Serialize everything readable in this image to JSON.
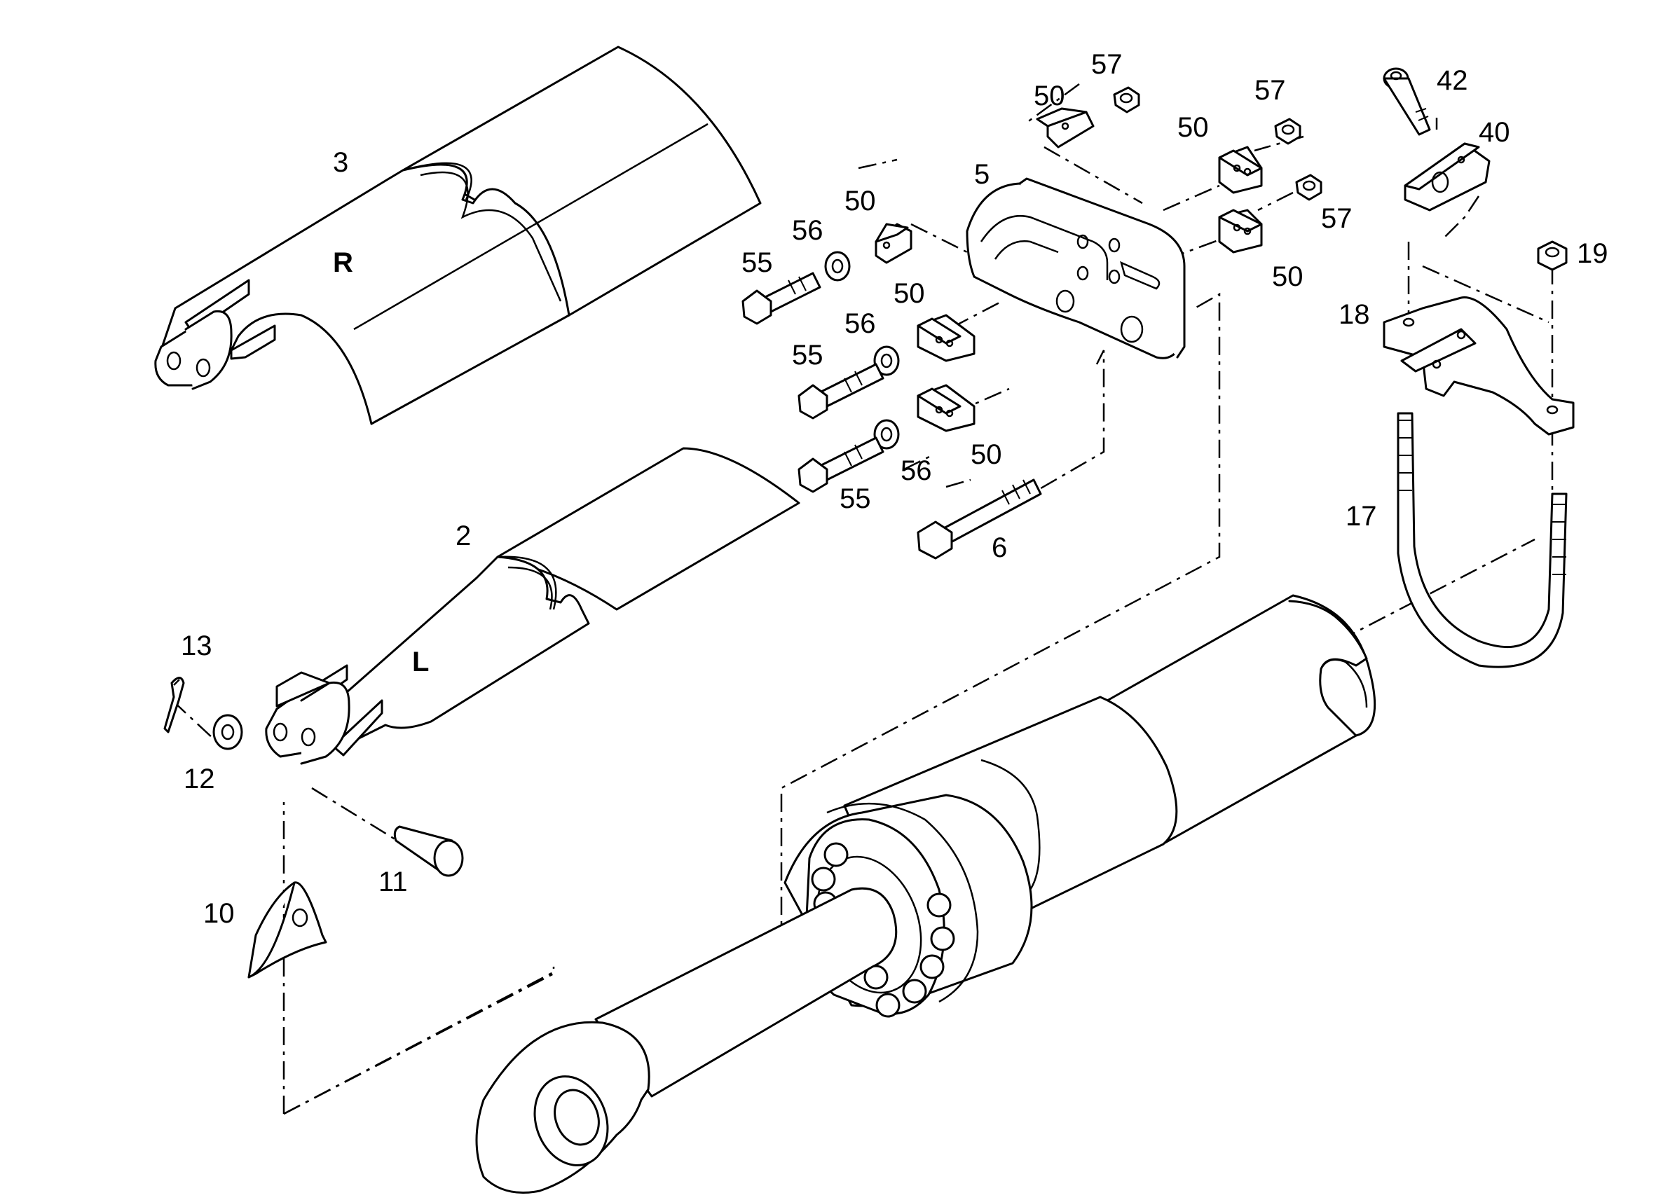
{
  "diagram": {
    "callouts": [
      {
        "id": "c3",
        "label": "3"
      },
      {
        "id": "cR",
        "label": "R"
      },
      {
        "id": "c2",
        "label": "2"
      },
      {
        "id": "cL",
        "label": "L"
      },
      {
        "id": "c5",
        "label": "5"
      },
      {
        "id": "c6",
        "label": "6"
      },
      {
        "id": "c10",
        "label": "10"
      },
      {
        "id": "c11",
        "label": "11"
      },
      {
        "id": "c12",
        "label": "12"
      },
      {
        "id": "c13",
        "label": "13"
      },
      {
        "id": "c17",
        "label": "17"
      },
      {
        "id": "c18",
        "label": "18"
      },
      {
        "id": "c19",
        "label": "19"
      },
      {
        "id": "c40",
        "label": "40"
      },
      {
        "id": "c42",
        "label": "42"
      },
      {
        "id": "c50a",
        "label": "50"
      },
      {
        "id": "c50b",
        "label": "50"
      },
      {
        "id": "c50c",
        "label": "50"
      },
      {
        "id": "c50d",
        "label": "50"
      },
      {
        "id": "c50e",
        "label": "50"
      },
      {
        "id": "c50f",
        "label": "50"
      },
      {
        "id": "c55a",
        "label": "55"
      },
      {
        "id": "c55b",
        "label": "55"
      },
      {
        "id": "c55c",
        "label": "55"
      },
      {
        "id": "c56a",
        "label": "56"
      },
      {
        "id": "c56b",
        "label": "56"
      },
      {
        "id": "c56c",
        "label": "56"
      },
      {
        "id": "c57a",
        "label": "57"
      },
      {
        "id": "c57b",
        "label": "57"
      },
      {
        "id": "c57c",
        "label": "57"
      }
    ]
  }
}
